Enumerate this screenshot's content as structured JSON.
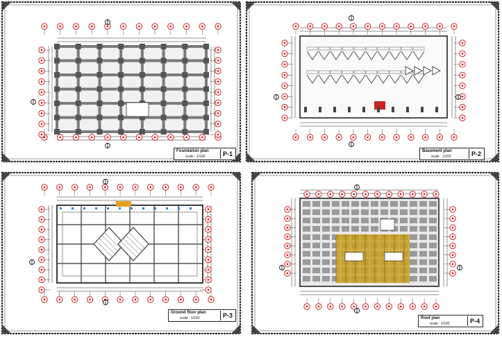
{
  "sheets": [
    {
      "id": "P-1",
      "title": "Foundation plan",
      "scale": "scale : 1/100",
      "kind": "foundation",
      "accent": "#888888"
    },
    {
      "id": "P-2",
      "title": "Basement plan",
      "scale": "scale : 1/100",
      "kind": "basement",
      "accent": "#cc2222"
    },
    {
      "id": "P-3",
      "title": "Ground floor plan",
      "scale": "scale : 1/100",
      "kind": "ground",
      "accent": "#e6a020"
    },
    {
      "id": "P-4",
      "title": "Roof plan",
      "scale": "scale : 1/100",
      "kind": "roof",
      "accent": "#c8a020"
    }
  ],
  "colors": {
    "grid_bubble": "#d42020",
    "linework": "#222222",
    "hatch": "#9a9a9a",
    "paper": "#ffffff"
  }
}
